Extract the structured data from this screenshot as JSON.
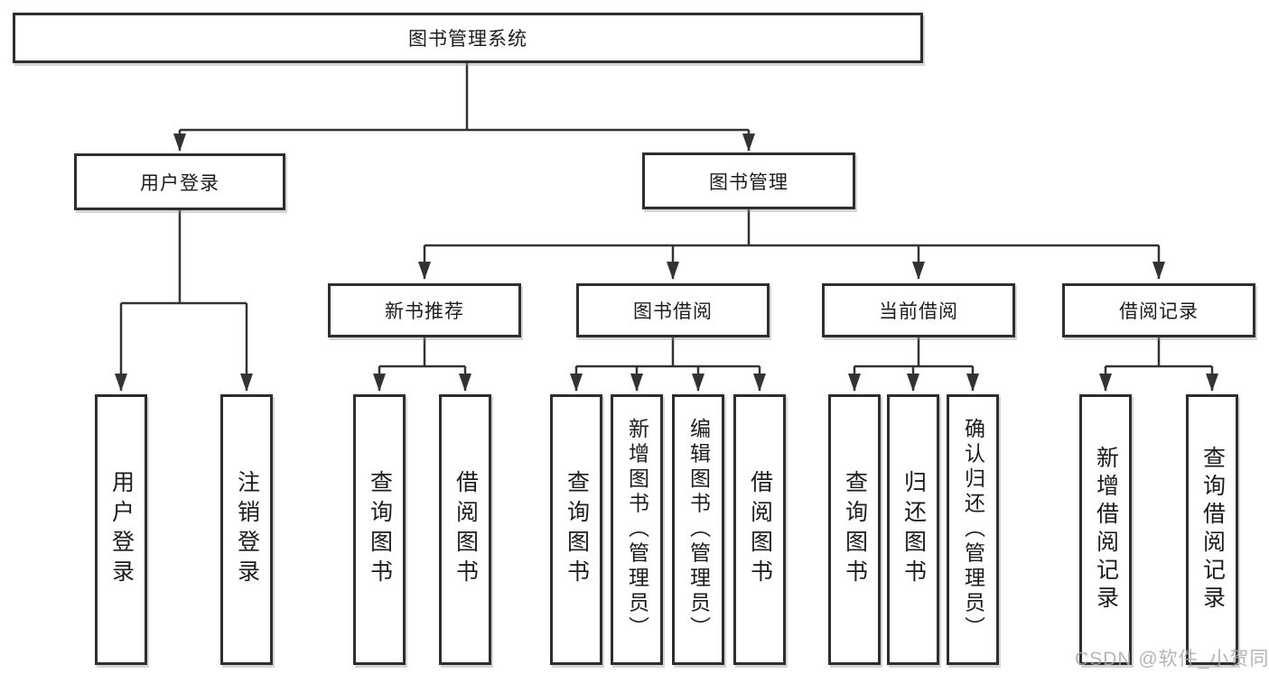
{
  "diagram": {
    "type": "hierarchy-tree",
    "title": "图书管理系统"
  },
  "tree": {
    "label": "图书管理系统",
    "children": [
      {
        "label": "用户登录",
        "children": [
          {
            "label": "用户登录"
          },
          {
            "label": "注销登录"
          }
        ]
      },
      {
        "label": "图书管理",
        "children": [
          {
            "label": "新书推荐",
            "children": [
              {
                "label": "查询图书"
              },
              {
                "label": "借阅图书"
              }
            ]
          },
          {
            "label": "图书借阅",
            "children": [
              {
                "label": "查询图书"
              },
              {
                "label": "新增图书（管理员）"
              },
              {
                "label": "编辑图书（管理员）"
              },
              {
                "label": "借阅图书"
              }
            ]
          },
          {
            "label": "当前借阅",
            "children": [
              {
                "label": "查询图书"
              },
              {
                "label": "归还图书"
              },
              {
                "label": "确认归还（管理员）"
              }
            ]
          },
          {
            "label": "借阅记录",
            "children": [
              {
                "label": "新增借阅记录"
              },
              {
                "label": "查询借阅记录"
              }
            ]
          }
        ]
      }
    ]
  },
  "watermark": {
    "text": "CSDN @软件_小贺同学"
  },
  "colors": {
    "background": "#ffffff",
    "box_fill": "#ffffff",
    "box_border": "#2e2e2e",
    "line": "#333333",
    "text": "#1c1c1c",
    "watermark": "#a8a8a8"
  }
}
